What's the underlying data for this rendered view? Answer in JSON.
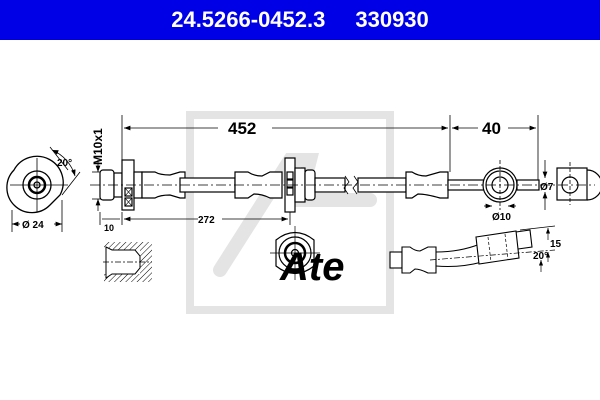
{
  "header": {
    "part_number": "24.5266-0452.3",
    "ref_number": "330930",
    "background_color": "#0000e6",
    "text_color": "#ffffff"
  },
  "watermark": {
    "brand": "Ate",
    "color": "#e6e6e6"
  },
  "dimensions": {
    "overall_length": "452",
    "end_length": "40",
    "thread": "M10x1",
    "fitting_diameter": "Ø 24",
    "fitting_angle": "20°",
    "thread_length": "10",
    "bracket_position": "272",
    "eye_inner_diameter": "Ø10",
    "eye_width": "Ø7",
    "bend_offset": "15",
    "bend_angle": "20°"
  }
}
